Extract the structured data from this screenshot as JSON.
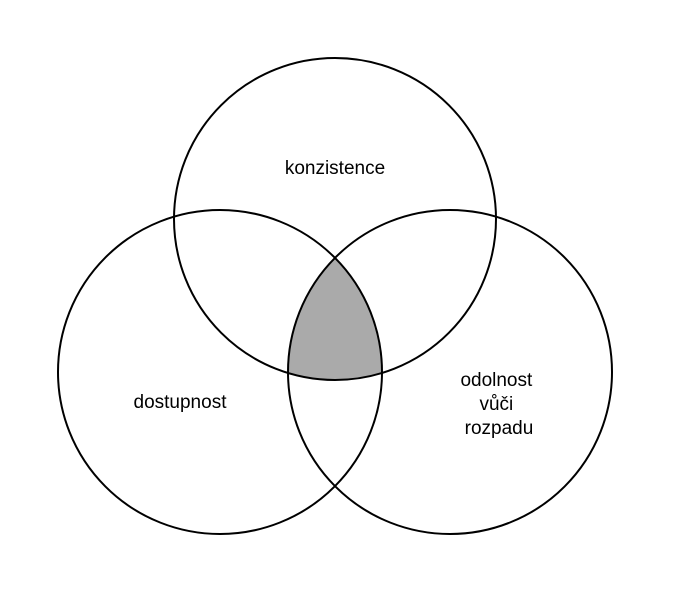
{
  "diagram": {
    "sets": [
      {
        "id": "top",
        "label_lines": [
          "konzistence"
        ]
      },
      {
        "id": "left",
        "label_lines": [
          "dostupnost"
        ]
      },
      {
        "id": "right",
        "label_lines": [
          "odolnost",
          "vůči",
          "rozpadu"
        ]
      }
    ],
    "intersection_fill": "#aaaaaa",
    "stroke_color": "#000000",
    "background": "#ffffff"
  }
}
